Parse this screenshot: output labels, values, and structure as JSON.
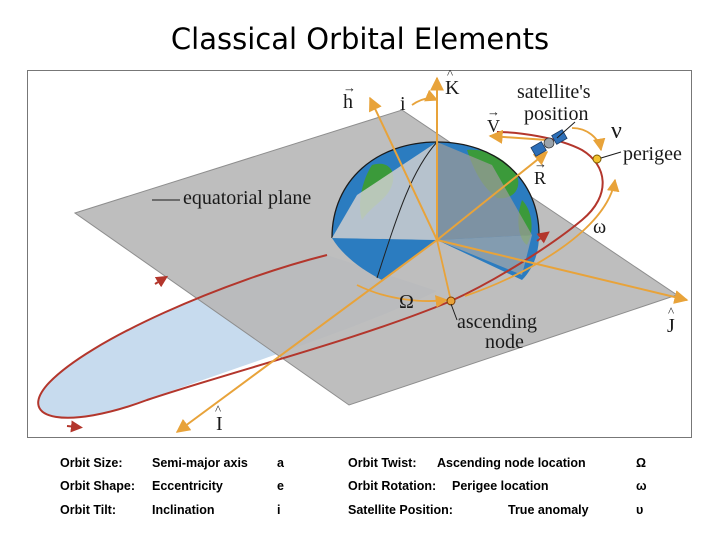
{
  "title": "Classical Orbital Elements",
  "diagram": {
    "labels": {
      "K": "K",
      "h": "h",
      "i": "i",
      "V": "V",
      "R": "R",
      "satellite": "satellite's",
      "position": "position",
      "nu": "ν",
      "perigee": "perigee",
      "equatorial": "equatorial plane",
      "omega_small": "ω",
      "Omega": "Ω",
      "ascending": "ascending",
      "node": "node",
      "J": "J",
      "I": "I"
    },
    "colors": {
      "orbit": "#b3362c",
      "vectors": "#e8a33a",
      "plane": "#8e8e8e",
      "orbit_fill": "#c7dbee",
      "earth_blue": "#2b7cc0",
      "earth_green": "#3b9a3a",
      "frame": "#777777"
    }
  },
  "table": {
    "rows": [
      {
        "name": "Orbit Size:",
        "desc": "Semi-major axis",
        "sym": "a",
        "name2": "Orbit Twist:",
        "desc2": "Ascending node location",
        "sym2": "Ω"
      },
      {
        "name": "Orbit Shape:",
        "desc": "Eccentricity",
        "sym": "e",
        "name2": "Orbit Rotation:",
        "desc2": "Perigee location",
        "sym2": "ω"
      },
      {
        "name": "Orbit Tilt:",
        "desc": "Inclination",
        "sym": "i",
        "name2": "Satellite Position:",
        "desc2": "True anomaly",
        "sym2": "υ"
      }
    ]
  }
}
